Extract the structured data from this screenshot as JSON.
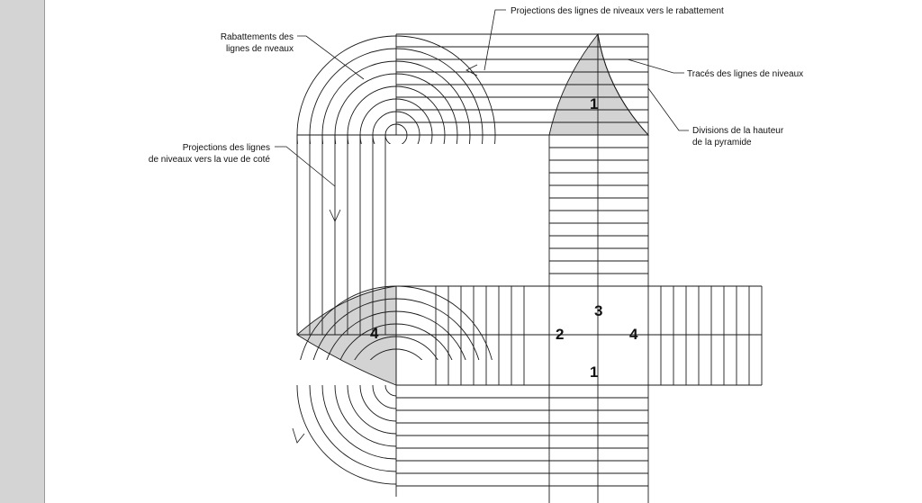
{
  "annotations": {
    "projections_rabattement": "Projections des lignes de niveaux vers le rabattement",
    "rabattements_line1": "Rabattements des",
    "rabattements_line2": "lignes de nveaux",
    "traces": "Tracés des lignes de niveaux",
    "divisions_line1": "Divisions de la hauteur",
    "divisions_line2": "de la pyramide",
    "projections_cote_line1": "Projections des lignes",
    "projections_cote_line2": "de niveaux vers la vue de coté"
  },
  "face_numbers": {
    "top_face": "1",
    "left_face": "4",
    "center_2": "2",
    "center_3": "3",
    "center_4": "4",
    "center_1": "1"
  },
  "colors": {
    "background": "#ffffff",
    "left_panel": "#d4d4d4",
    "line": "#1a1a1a",
    "shade": "#d3d3d3"
  }
}
